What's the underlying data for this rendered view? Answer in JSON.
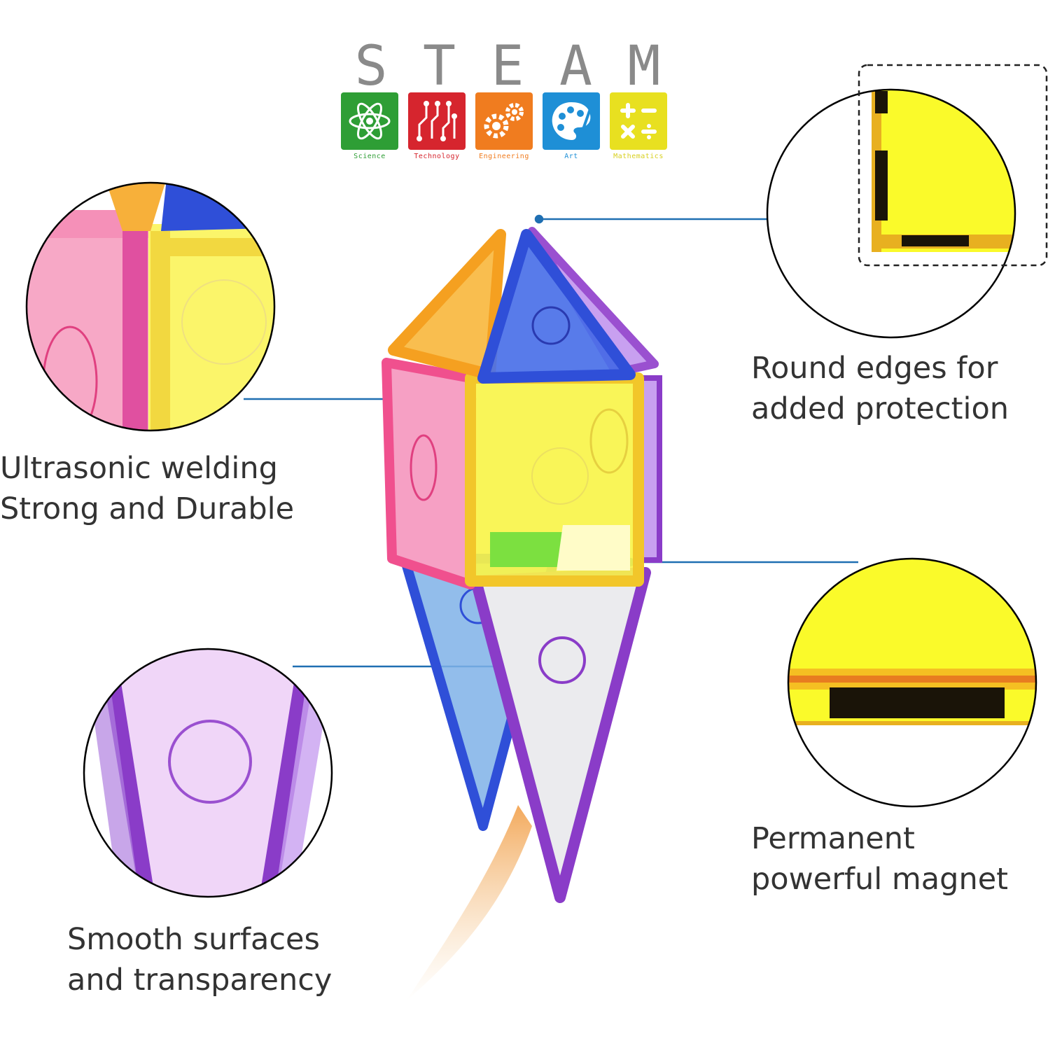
{
  "steam": {
    "letters": [
      "S",
      "T",
      "E",
      "A",
      "M"
    ],
    "tiles": [
      {
        "label": "Science",
        "color": "#2e9e35",
        "icon": "atom-icon"
      },
      {
        "label": "Technology",
        "color": "#d6252e",
        "icon": "circuit-icon"
      },
      {
        "label": "Engineering",
        "color": "#f07c1f",
        "icon": "gears-icon"
      },
      {
        "label": "Art",
        "color": "#1e8fd6",
        "icon": "palette-icon"
      },
      {
        "label": "Mathematics",
        "color": "#e8e020",
        "icon": "math-symbols-icon"
      }
    ]
  },
  "features": {
    "welding": {
      "line1": "Ultrasonic welding",
      "line2": "Strong and Durable"
    },
    "edges": {
      "line1": "Round edges for",
      "line2": "added protection"
    },
    "magnet": {
      "line1": "Permanent",
      "line2": "powerful magnet"
    },
    "smooth": {
      "line1": "Smooth surfaces",
      "line2": "and transparency"
    }
  },
  "colors": {
    "callout_line": "#1f6fb2",
    "text": "#333333",
    "yellow": "#f7f230",
    "pink": "#f06aa0",
    "blue": "#2f4fd8",
    "purple": "#8a3cc8",
    "orange": "#f5a020"
  }
}
